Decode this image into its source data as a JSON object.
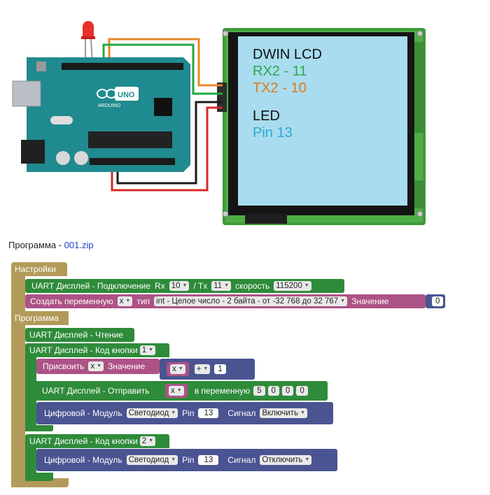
{
  "lcd_labels": {
    "title": "DWIN LCD",
    "rx": "RX2 - 11",
    "tx": "TX2 - 10",
    "led": "LED",
    "pin": "Pin 13"
  },
  "board": {
    "logo_text": "ARDUINO",
    "model": "UNO"
  },
  "colors": {
    "rx": "#2aa84a",
    "tx": "#e07a1c",
    "pin": "#2aa8d8",
    "lcd_screen": "#a9dcef",
    "board": "#1f8a8f",
    "wire_orange": "#e8862a",
    "wire_green": "#23a845",
    "wire_red": "#d8282a",
    "wire_black": "#1a1a1a"
  },
  "program": {
    "prefix": "Программа - ",
    "file": "001.zip"
  },
  "blocks": {
    "settings": "Настройки",
    "connect": "UART Дисплей - Подключение",
    "rx_label": "Rx",
    "rx_val": "10",
    "tx_label": "/ Tx",
    "tx_val": "11",
    "speed_label": "скорость",
    "speed_val": "115200",
    "create_var": "Создать переменную",
    "var_x": "x",
    "type_label": "тип",
    "type_val": "int - Целое число - 2 байта - от -32 768 до 32 767",
    "value_label": "Значение",
    "zero": "0",
    "program": "Программа",
    "read": "UART Дисплей - Чтение",
    "key_code": "UART Дисплей - Код кнопки",
    "key1": "1",
    "assign": "Присвоить",
    "plus": "+",
    "one": "1",
    "send": "UART Дисплей - Отправить",
    "to_var": "в переменную",
    "addr": [
      "5",
      "0",
      "0",
      "0"
    ],
    "digital": "Цифровой - Модуль",
    "led_opt": "Светодиод",
    "pin_label": "Pin",
    "pin_val": "13",
    "signal_label": "Сигнал",
    "on": "Включить",
    "key2": "2",
    "off": "Отключить"
  }
}
